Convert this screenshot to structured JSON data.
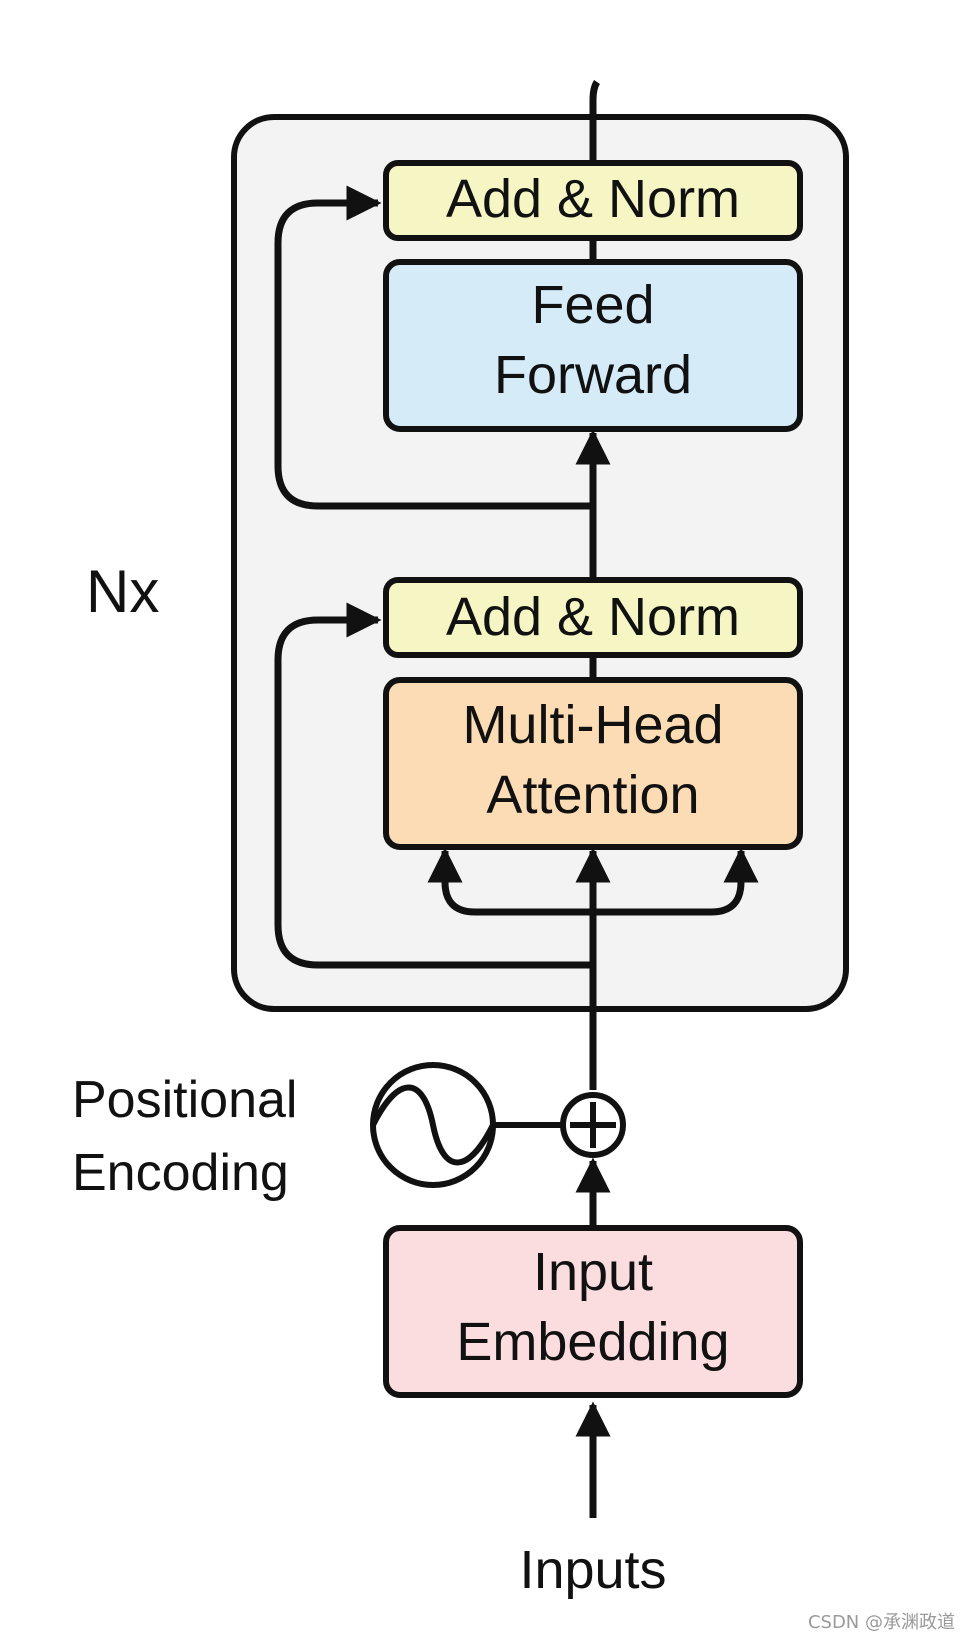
{
  "colors": {
    "stroke": "#111111",
    "encoder_bg": "#f3f3f3",
    "add_norm": "#f6f5c4",
    "feed_forward": "#d5ecf8",
    "attention": "#fbdcb5",
    "embedding": "#fbdde0"
  },
  "encoder": {
    "repeat_label": "Nx"
  },
  "blocks": {
    "add_norm_top": "Add & Norm",
    "feed_forward_line1": "Feed",
    "feed_forward_line2": "Forward",
    "add_norm_bottom": "Add & Norm",
    "attention_line1": "Multi-Head",
    "attention_line2": "Attention",
    "embedding_line1": "Input",
    "embedding_line2": "Embedding"
  },
  "positional_encoding": {
    "line1": "Positional",
    "line2": "Encoding"
  },
  "inputs_label": "Inputs",
  "watermark": "CSDN @承渊政道"
}
